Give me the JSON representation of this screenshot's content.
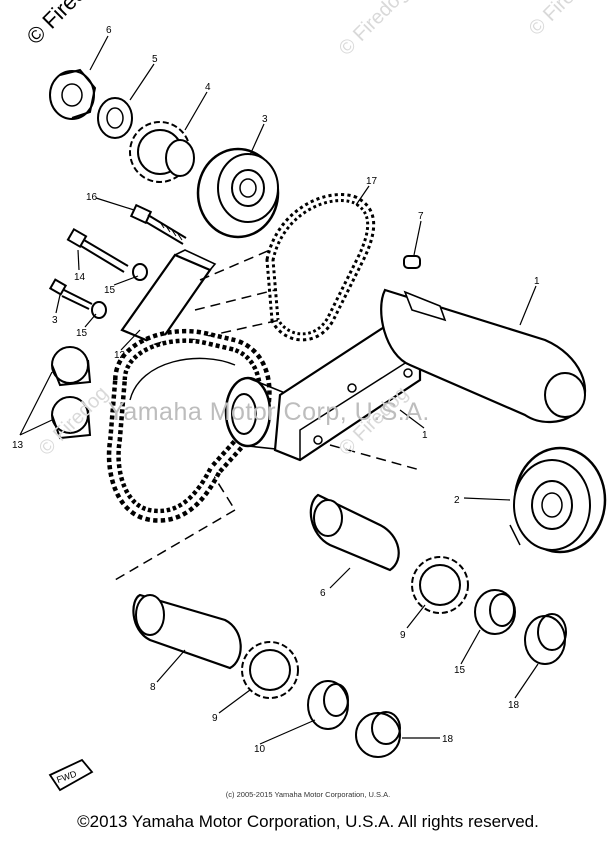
{
  "diagram": {
    "part_labels": [
      "6",
      "5",
      "4",
      "3",
      "16",
      "17",
      "7",
      "14",
      "15",
      "3",
      "15",
      "12",
      "1",
      "13",
      "1",
      "2",
      "6",
      "9",
      "15",
      "18",
      "8",
      "9",
      "10",
      "18"
    ],
    "fwd_label": "FWD"
  },
  "watermarks": {
    "corner": "© Firedog",
    "tile": "© Firedog",
    "center": "Yamaha Motor Corp, U.S.A."
  },
  "footer": {
    "small_copyright": "(c) 2005-2015 Yamaha Motor Corporation, U.S.A.",
    "large_copyright": "©2013 Yamaha Motor Corporation, U.S.A. All rights reserved."
  }
}
